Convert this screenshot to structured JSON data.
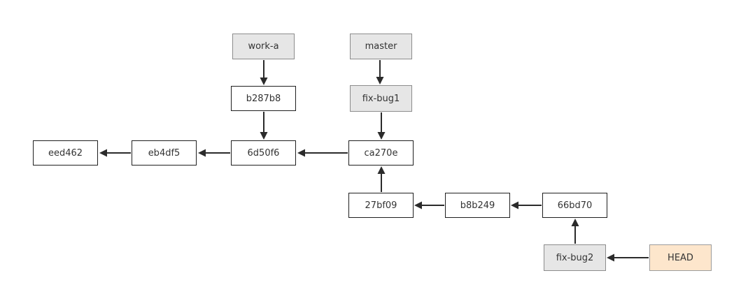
{
  "nodes": {
    "work_a": "work-a",
    "master": "master",
    "b287b8": "b287b8",
    "fix_bug1": "fix-bug1",
    "eed462": "eed462",
    "eb4df5": "eb4df5",
    "c6d50f6": "6d50f6",
    "ca270e": "ca270e",
    "c27bf09": "27bf09",
    "b8b249": "b8b249",
    "c66bd70": "66bd70",
    "fix_bug2": "fix-bug2",
    "head": "HEAD"
  },
  "colors": {
    "commit_fill": "#ffffff",
    "commit_border": "#1f1f1f",
    "ref_fill": "#e6e6e6",
    "ref_border": "#8c8c8c",
    "head_fill": "#fde6cc",
    "edge": "#2b2b2b"
  }
}
